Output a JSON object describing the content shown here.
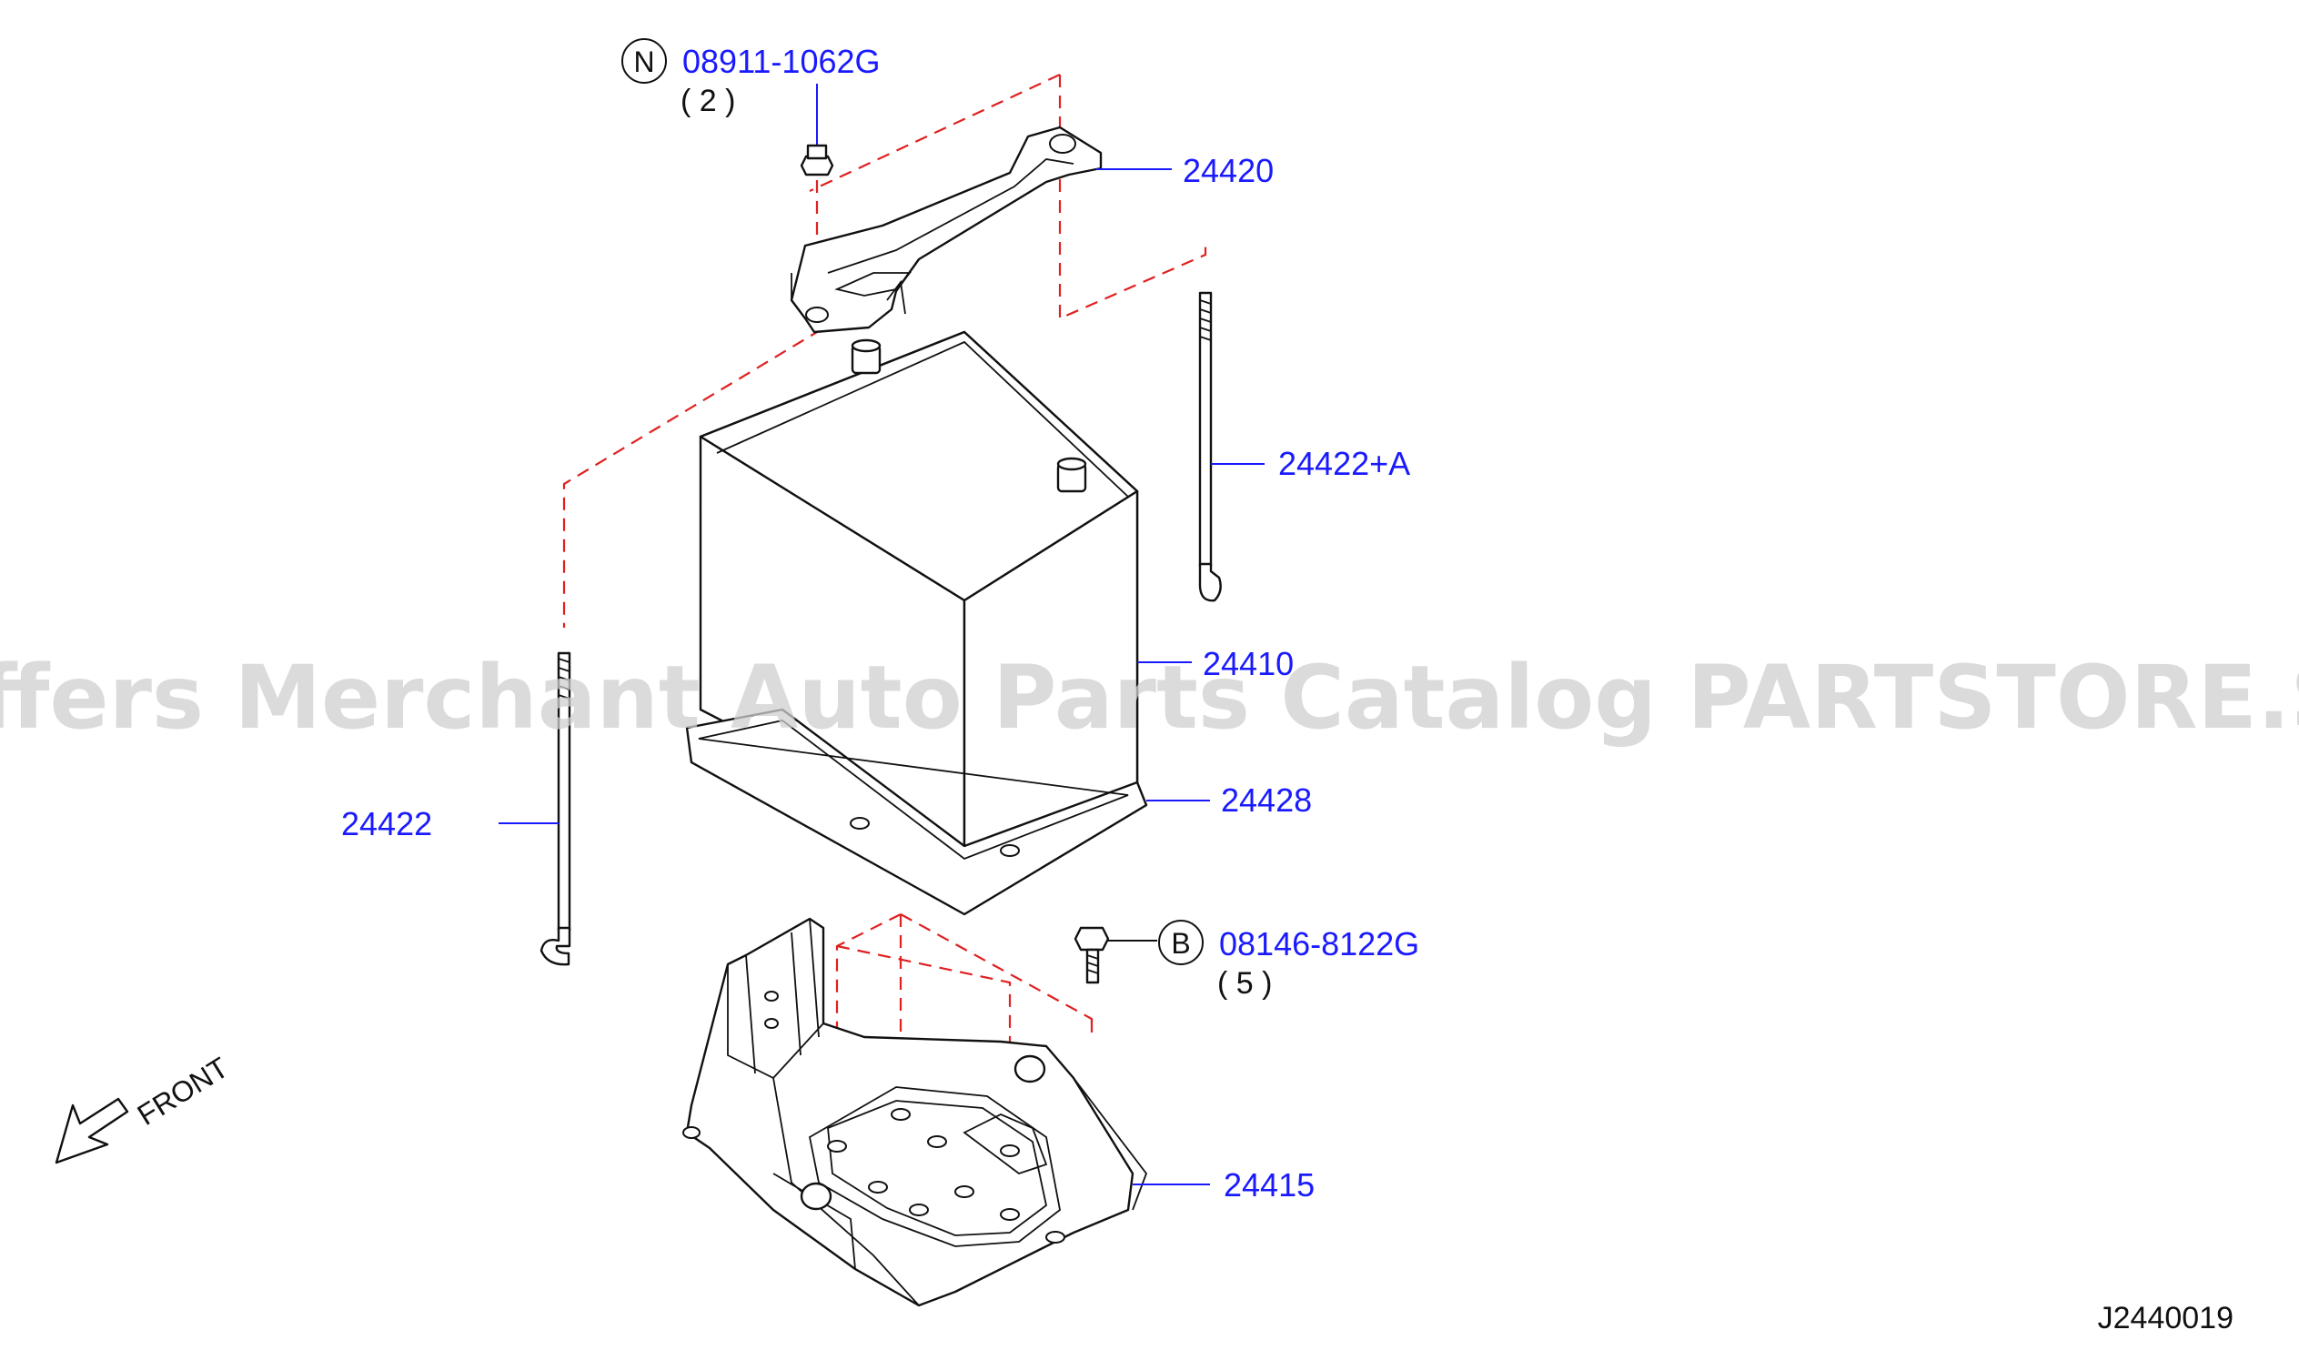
{
  "diagram_code": "J2440019",
  "watermark": "Offers Merchant Auto Parts Catalog PARTSTORE.SA",
  "front_label": "FRONT",
  "callouts": [
    {
      "id": "nut",
      "circle_letter": "N",
      "part_number": "08911-1062G",
      "quantity": "(  2  )"
    },
    {
      "id": "bolt",
      "circle_letter": "B",
      "part_number": "08146-8122G",
      "quantity": "(  5  )"
    }
  ],
  "parts": [
    {
      "id": "frame",
      "part_number": "24420"
    },
    {
      "id": "rod-right",
      "part_number": "24422+A"
    },
    {
      "id": "battery",
      "part_number": "24410"
    },
    {
      "id": "tray",
      "part_number": "24428"
    },
    {
      "id": "rod-left",
      "part_number": "24422"
    },
    {
      "id": "bracket",
      "part_number": "24415"
    }
  ],
  "colors": {
    "label": "#1a1aff",
    "phantom_line": "#e02020",
    "outline": "#111111",
    "watermark": "#cfcfcf"
  }
}
